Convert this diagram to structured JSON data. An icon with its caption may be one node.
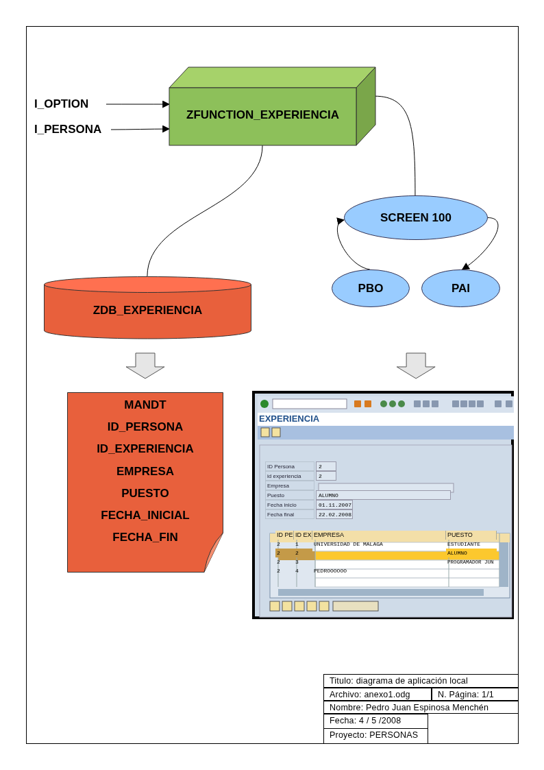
{
  "diagram": {
    "nodes": [
      {
        "text": [
          "I_OPTION"
        ]
      },
      {
        "text": [
          "I_PERSONA"
        ]
      },
      {
        "text": [
          "ZFUNCTION_EXPERIENCIA"
        ]
      },
      {
        "text": [
          "SCREEN 100"
        ]
      },
      {
        "text": [
          "ZDB_EXPERIENCIA"
        ]
      },
      {
        "text": [
          "PBO"
        ]
      },
      {
        "text": [
          "PAI"
        ]
      },
      {
        "text": [
          "MANDT",
          "ID_PERSONA",
          "ID_EXPERIENCIA",
          "EMPRESA",
          "PUESTO",
          "FECHA_INICIAL",
          "FECHA_FIN"
        ]
      },
      {
        "text": [],
        "shape": "picture"
      }
    ],
    "edges": [
      {
        "from": 0,
        "to": 2,
        "arrow": "to"
      },
      {
        "from": 1,
        "to": 2,
        "arrow": "to"
      },
      {
        "from": 2,
        "to": 4,
        "arrow": "none"
      },
      {
        "from": 2,
        "to": 3,
        "arrow": "none"
      },
      {
        "from": 3,
        "to": 6,
        "arrow": "to"
      },
      {
        "from": 5,
        "to": 3,
        "arrow": "to"
      },
      {
        "from": 4,
        "to": 7,
        "arrow": "to",
        "style": "thick"
      },
      {
        "from": null,
        "to": 8,
        "arrow": "to",
        "style": "thick"
      }
    ],
    "labels": [
      "EXPERIENCIA",
      "ID Persona",
      "2",
      "id experiencia",
      "2",
      "Empresa",
      "Puesto",
      "ALUMNO",
      "Fecha inicio",
      "01.11.2007",
      "Fecha final",
      "22.02.2008",
      "ID PE",
      "ID EX",
      "EMPRESA",
      "PUESTO",
      "2",
      "1",
      "UNIVERSIDAD DE MALAGA",
      "ESTUDIANTE",
      "2",
      "2",
      "ALUMNO",
      "2",
      "3",
      "PROGRAMADOR JUN",
      "2",
      "4",
      "PEDROOOOOO",
      "Titulo: diagrama de aplicación local",
      "Archivo: anexo1.odg",
      "N. Página: 1/1",
      "Nombre: Pedro Juan Espinosa Menchén",
      "Fecha: 4 / 5 /2008",
      "Proyecto: PERSONAS"
    ]
  }
}
